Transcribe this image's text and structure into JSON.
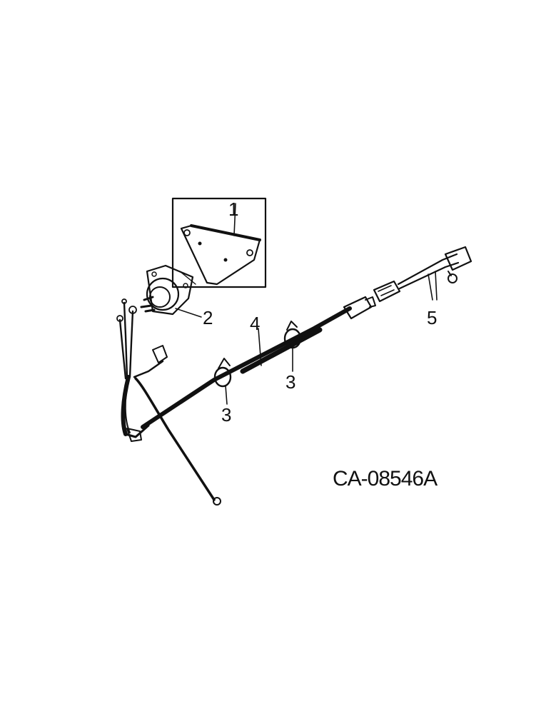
{
  "callouts": {
    "bracket": "1",
    "switch": "2",
    "clip_left": "3",
    "clip_right": "3",
    "sleeve": "4",
    "connector": "5"
  },
  "reference_code": "CA-08546A",
  "colors": {
    "ink": "#111111",
    "paper": "#ffffff"
  }
}
